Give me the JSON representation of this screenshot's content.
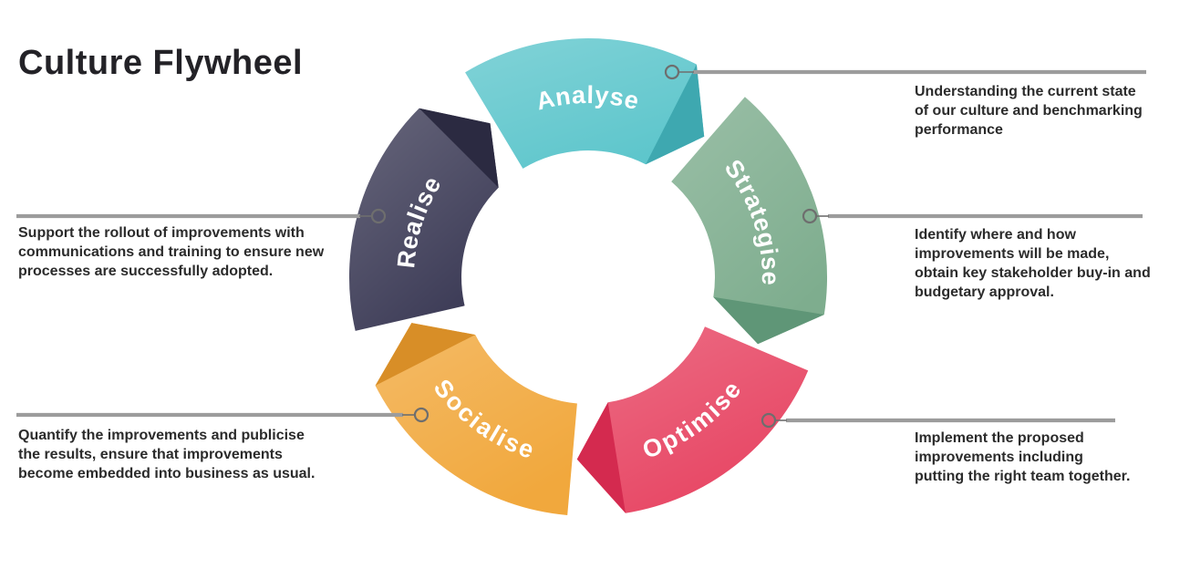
{
  "title": "Culture Flywheel",
  "colors": {
    "background": "#ffffff",
    "callout_line": "#9c9c9c",
    "callout_ring": "#6e6e6e",
    "body_text": "#2b2b2b",
    "title_text": "#232227",
    "label_text": "#ffffff"
  },
  "segments": [
    {
      "label": "Analyse",
      "color": "#5ec6cc",
      "fold_color": "#3ea8b0",
      "description": "Understanding the current state of our culture and benchmarking performance"
    },
    {
      "label": "Strategise",
      "color": "#7ead8e",
      "fold_color": "#5f9677",
      "description": "Identify where and how improvements will be made, obtain key stakeholder buy-in and budgetary approval."
    },
    {
      "label": "Optimise",
      "color": "#e74563",
      "fold_color": "#d42a4f",
      "description": "Implement the proposed improvements including putting the right team together."
    },
    {
      "label": "Socialise",
      "color": "#f1a83d",
      "fold_color": "#d88e27",
      "description": "Quantify the improvements and publicise the results, ensure that improvements become embedded into business as usual."
    },
    {
      "label": "Realise",
      "color": "#3d3c57",
      "fold_color": "#2b2a41",
      "description": "Support the rollout of improvements with communications and training to ensure new processes are successfully adopted."
    }
  ]
}
